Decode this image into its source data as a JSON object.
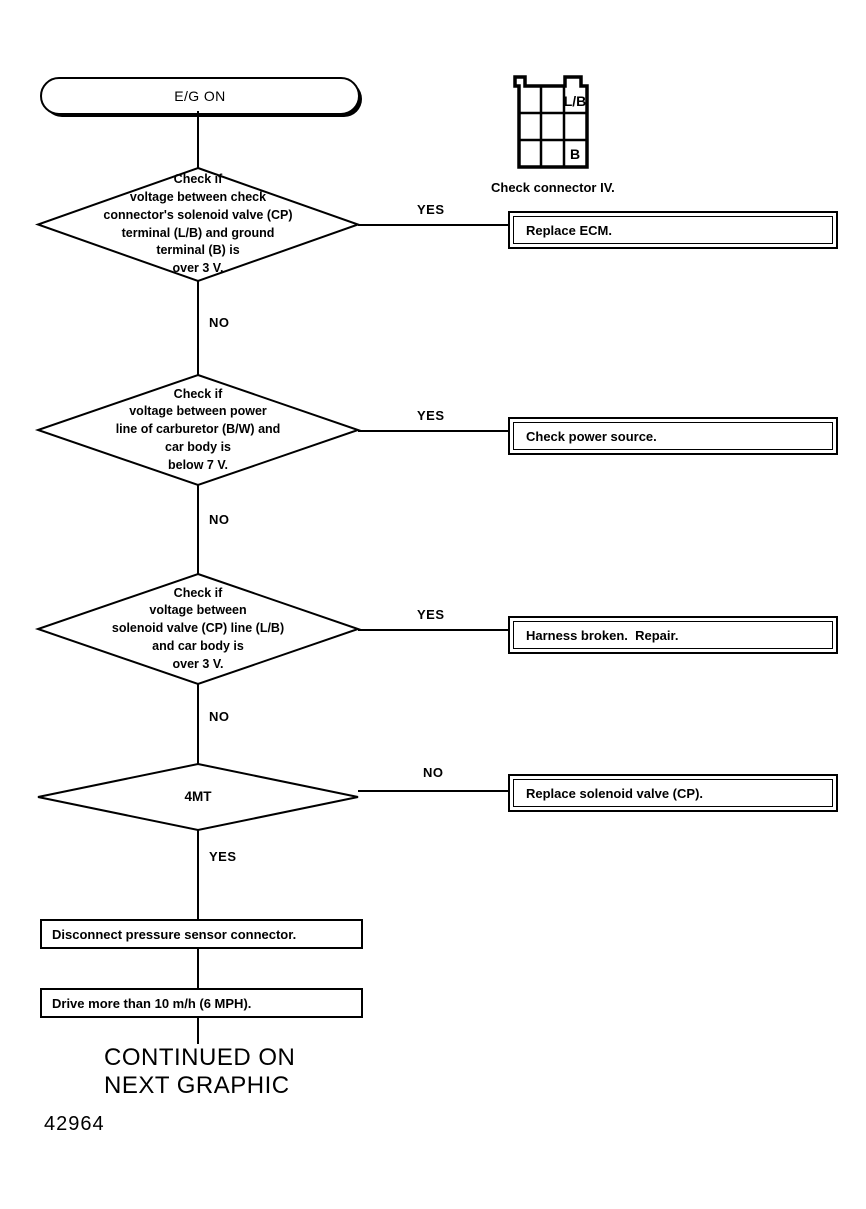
{
  "figure": {
    "number": "42964",
    "continued_note": "CONTINUED ON\nNEXT GRAPHIC"
  },
  "start": {
    "label": "E/G ON"
  },
  "connector": {
    "caption": "Check connector IV.",
    "cells": {
      "top_right": "L/B",
      "bottom_right": "B"
    },
    "rows": 3,
    "cols": 3
  },
  "branch_labels": {
    "yes": "YES",
    "no": "NO"
  },
  "decisions": [
    {
      "id": "check-cp-terminal-voltage",
      "text": "Check if\nvoltage between check\nconnector's solenoid valve (CP)\nterminal (L/B) and ground\nterminal (B) is\nover 3 V.",
      "yes_label": "YES",
      "no_label": "NO"
    },
    {
      "id": "check-carburetor-power-voltage",
      "text": "Check if\nvoltage between power\nline of carburetor (B/W) and\ncar body is\nbelow 7 V.",
      "yes_label": "YES",
      "no_label": "NO"
    },
    {
      "id": "check-solenoid-line-voltage",
      "text": "Check if\nvoltage between\nsolenoid valve (CP) line (L/B)\nand car body is\nover 3 V.",
      "yes_label": "YES",
      "no_label": "NO"
    },
    {
      "id": "transmission-type",
      "text": "4MT",
      "yes_label": "YES",
      "no_label": "NO"
    }
  ],
  "results": [
    {
      "id": "replace-ecm",
      "text": "Replace ECM."
    },
    {
      "id": "check-power-source",
      "text": "Check power source."
    },
    {
      "id": "harness-broken-repair",
      "text": "Harness broken.  Repair."
    },
    {
      "id": "replace-solenoid-valve",
      "text": "Replace solenoid valve (CP)."
    }
  ],
  "process_steps": [
    {
      "id": "disconnect-pressure-sensor",
      "text": "Disconnect pressure sensor connector."
    },
    {
      "id": "drive-more-than-10kmh",
      "text": "Drive more than 10 m/h (6 MPH)."
    }
  ]
}
